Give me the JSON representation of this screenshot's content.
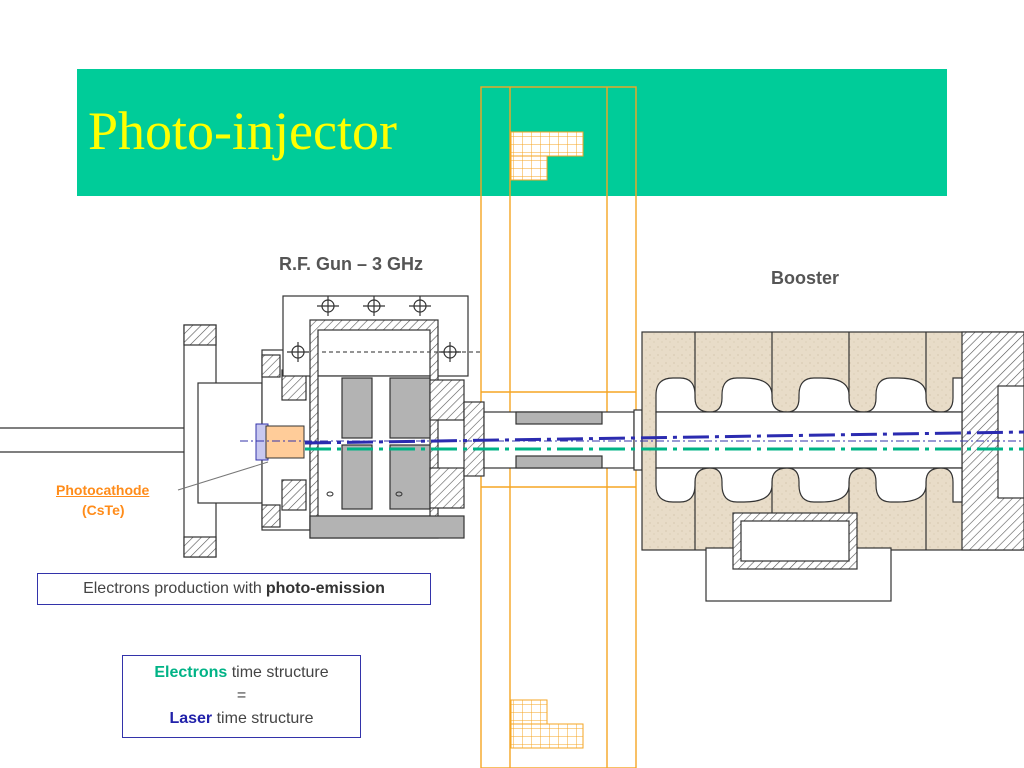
{
  "slide": {
    "title": "Photo-injector"
  },
  "labels": {
    "rf_gun": "R.F. Gun – 3 GHz",
    "booster": "Booster",
    "photocathode": "Photocathode",
    "photocathode_material": "(CsTe)"
  },
  "notes": {
    "production_prefix": "Electrons production with",
    "production_bold": "photo-emission",
    "electrons_word": "Electrons",
    "time_structure_1": "time structure",
    "equals": "=",
    "laser_word": "Laser",
    "time_structure_2": "time structure"
  },
  "colors": {
    "title_bar": "#00cc99",
    "title_text": "#ffff00",
    "waveguide": "#f5a623",
    "laser_line": "#2b2bb0",
    "electron_line": "#00b386",
    "photocathode": "#ff8c1a",
    "booster_fill": "#e8dcc8"
  }
}
